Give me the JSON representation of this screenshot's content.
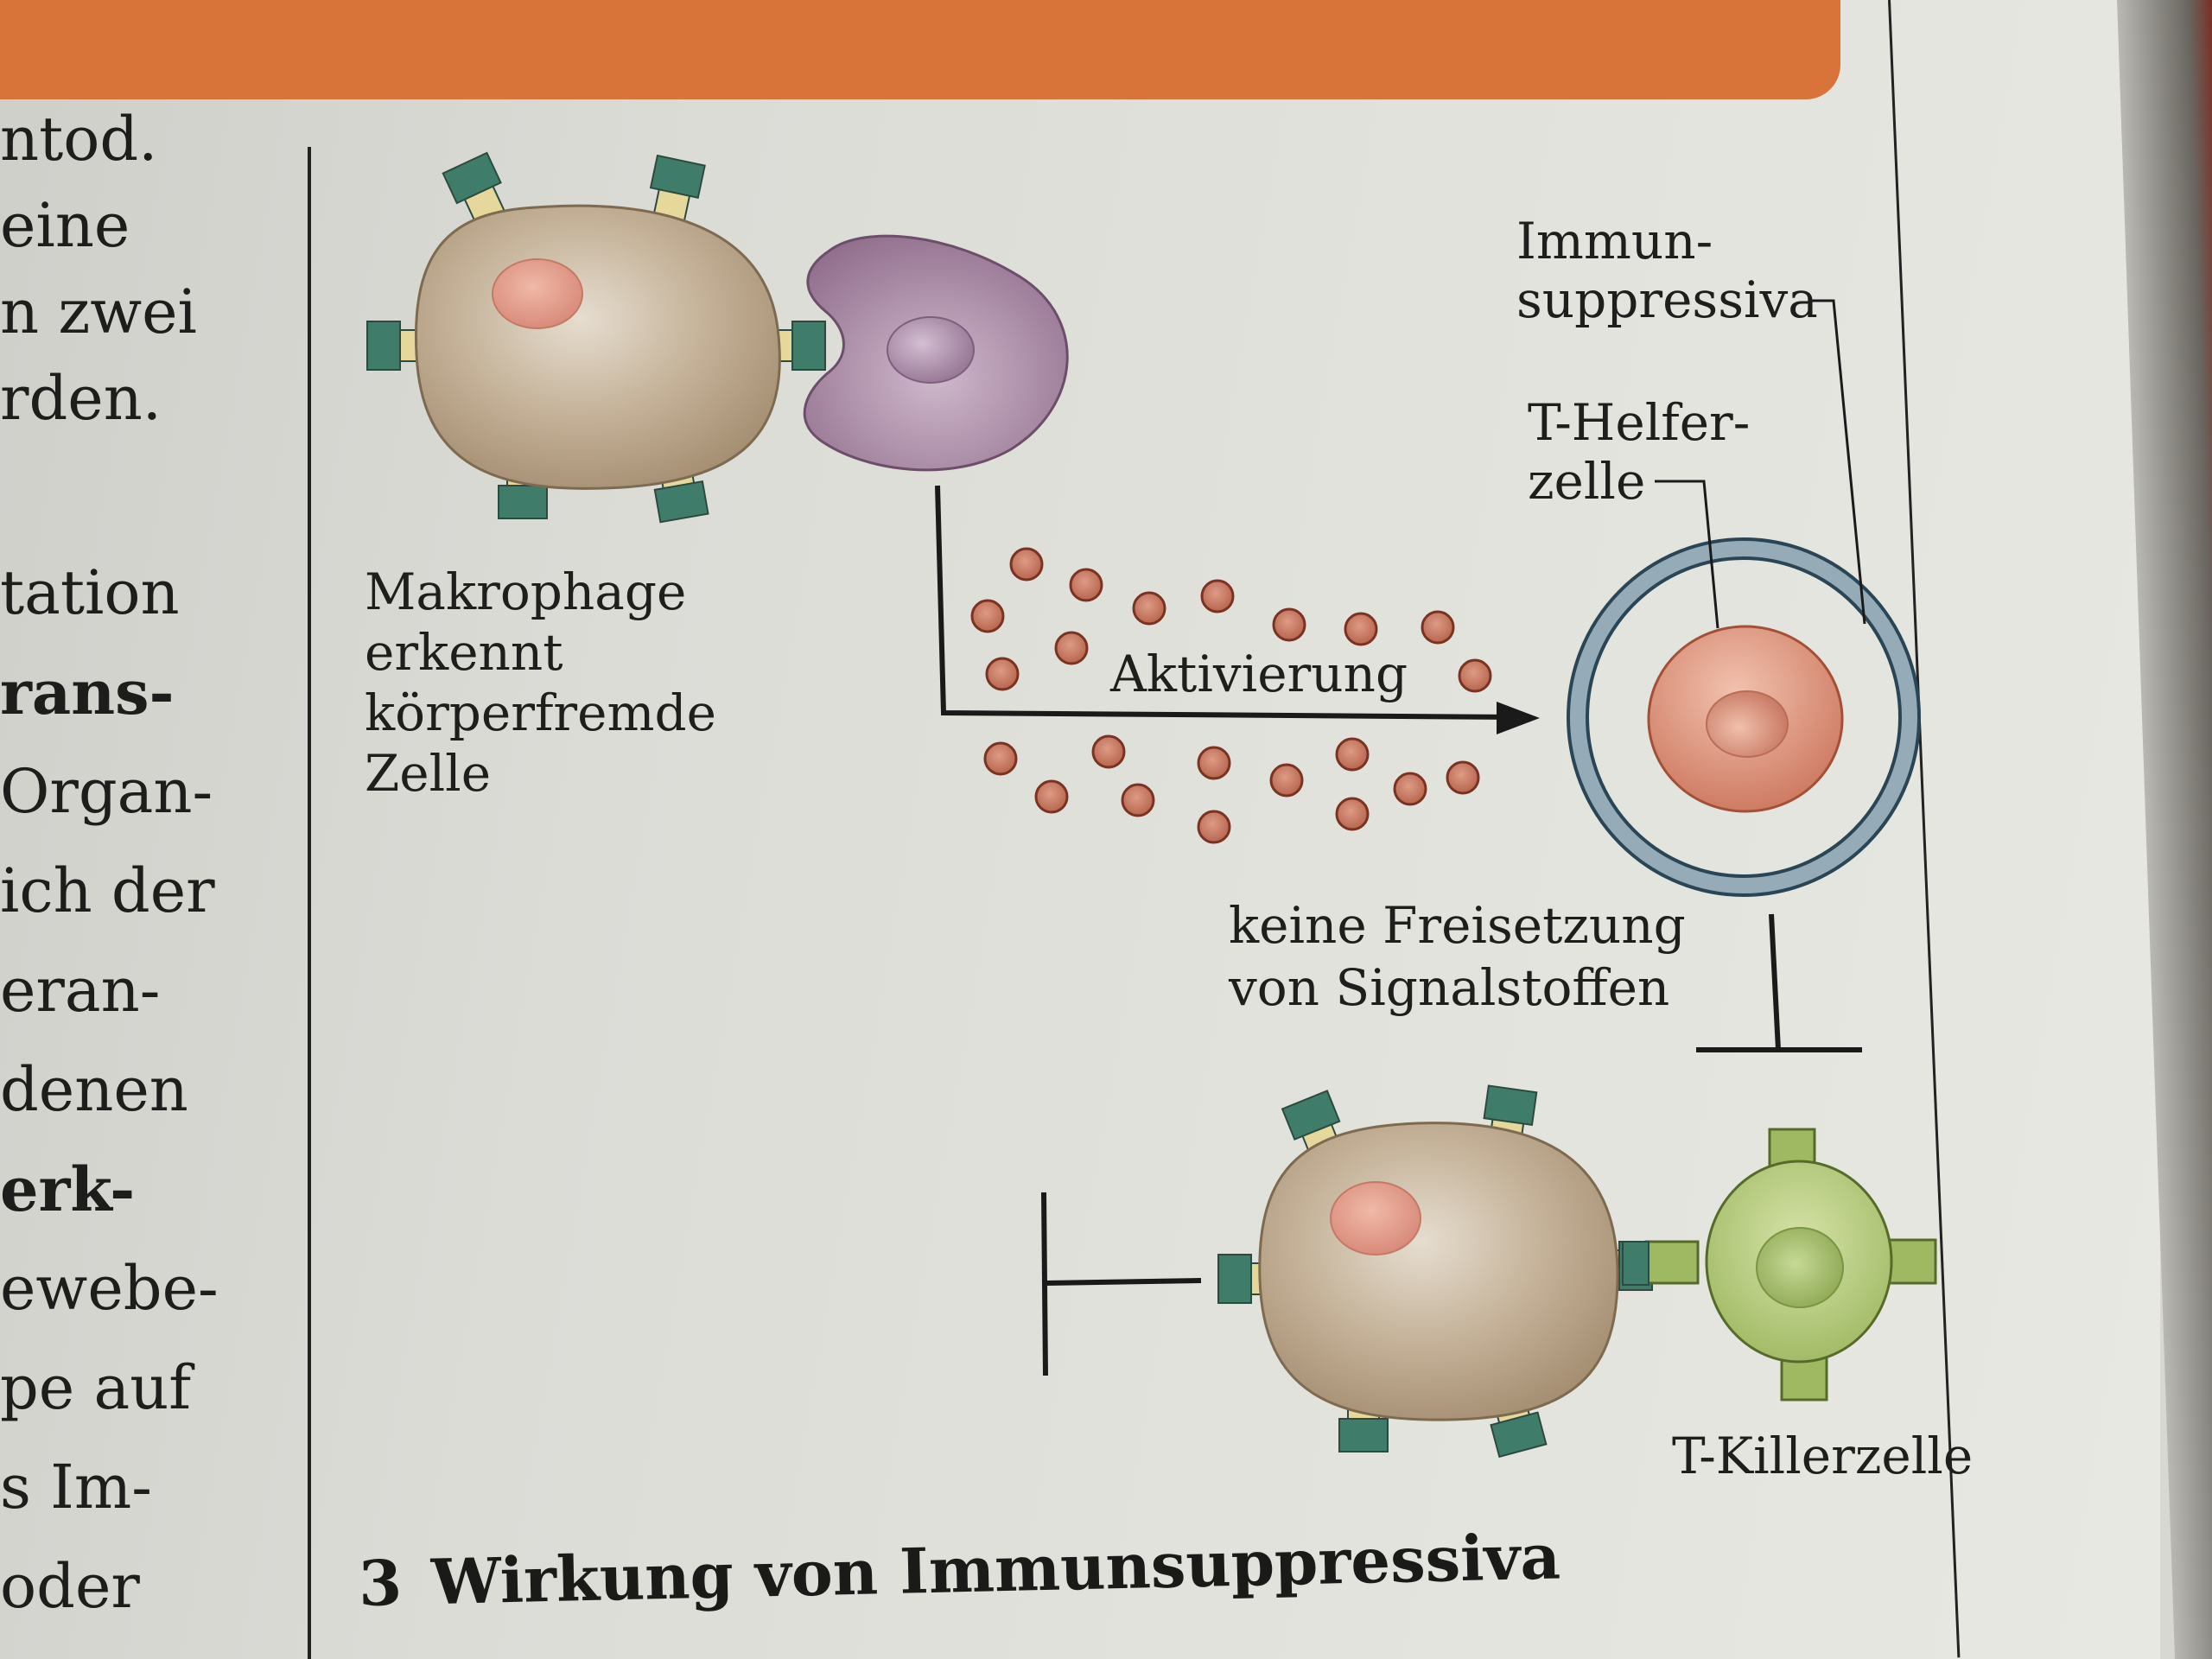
{
  "margin_column": {
    "lines": [
      {
        "text": "ntod.",
        "bold": false
      },
      {
        "text": "eine",
        "bold": false
      },
      {
        "text": "n zwei",
        "bold": false
      },
      {
        "text": "rden.",
        "bold": false
      },
      {
        "text": "",
        "bold": false
      },
      {
        "text": "tation",
        "bold": false
      },
      {
        "text": "rans-",
        "bold": true
      },
      {
        "text": "Organ-",
        "bold": false
      },
      {
        "text": "ich der",
        "bold": false
      },
      {
        "text": "eran-",
        "bold": false
      },
      {
        "text": "denen",
        "bold": false
      },
      {
        "text": "erk-",
        "bold": true
      },
      {
        "text": "ewebe-",
        "bold": false
      },
      {
        "text": "pe auf",
        "bold": false
      },
      {
        "text": "s Im-",
        "bold": false
      },
      {
        "text": "oder",
        "bold": false
      }
    ]
  },
  "figure": {
    "number": "3",
    "title": "Wirkung von Immunsuppressiva",
    "labels": {
      "macrophage": [
        "Makrophage",
        "erkennt",
        "körperfremde",
        "Zelle"
      ],
      "activation": "Aktivierung",
      "immunosuppressants": [
        "Immun-",
        "suppressiva"
      ],
      "t_helper": [
        "T-Helfer-",
        "zelle"
      ],
      "no_release": [
        "keine Freisetzung",
        "von Signalstoffen"
      ],
      "t_killer": "T-Killerzelle"
    },
    "colors": {
      "macrophage_body": "#b9a488",
      "foreign_cell": "#9a7a96",
      "signal_dot": "#c77a62",
      "t_helper": "#d9826b",
      "ring": "#8fa4b1",
      "t_killer": "#a9c06a",
      "receptor_dark": "#3f7d6a",
      "receptor_light": "#e6d89a",
      "header_band": "#d8743a"
    }
  }
}
